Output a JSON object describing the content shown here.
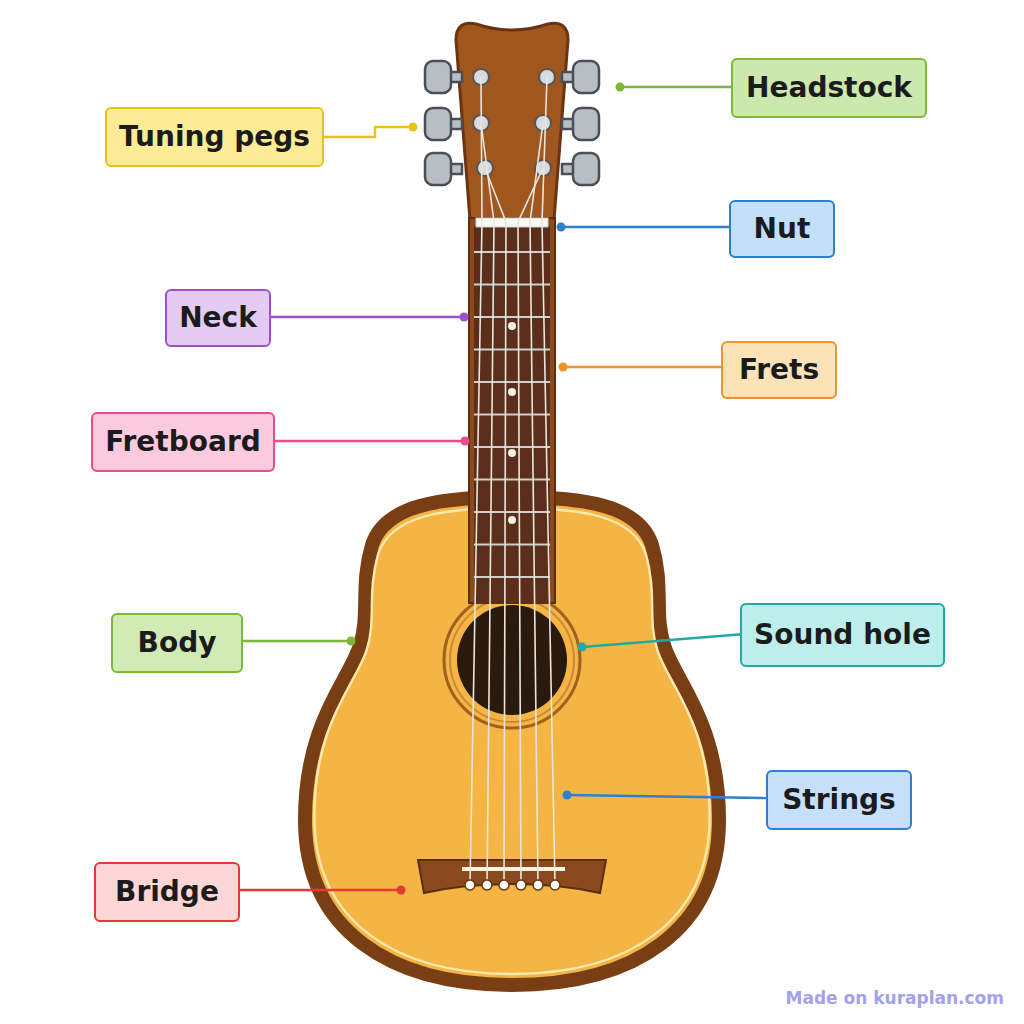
{
  "diagram": {
    "nodes": [
      {
        "text": [
          "Headstock"
        ]
      },
      {
        "text": [
          "Tuning pegs"
        ]
      },
      {
        "text": [
          "Nut"
        ]
      },
      {
        "text": [
          "Neck"
        ]
      },
      {
        "text": [
          "Frets"
        ]
      },
      {
        "text": [
          "Fretboard"
        ]
      },
      {
        "text": [
          "Body"
        ]
      },
      {
        "text": [
          "Sound hole"
        ]
      },
      {
        "text": [
          "Strings"
        ]
      },
      {
        "text": [
          "Bridge"
        ]
      }
    ],
    "edges": [],
    "labels": [
      "Made on kuraplan.com"
    ]
  }
}
